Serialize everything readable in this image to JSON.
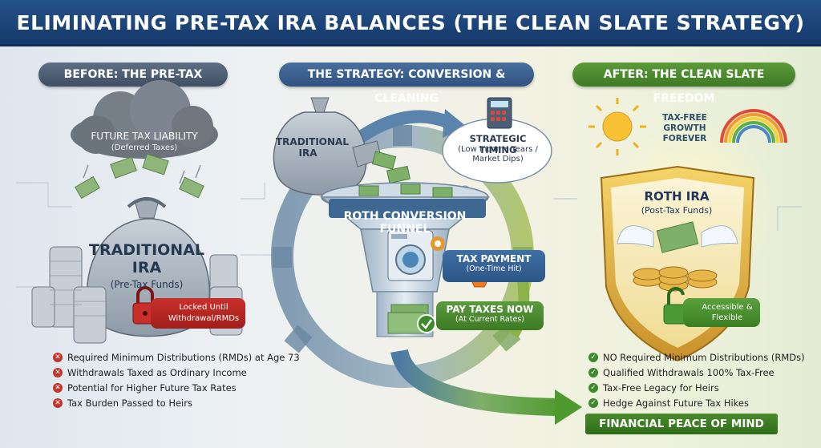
{
  "title": "ELIMINATING PRE-TAX IRA BALANCES (THE CLEAN SLATE STRATEGY)",
  "sections": {
    "before": "BEFORE: THE PRE-TAX BURDEN",
    "strategy": "THE STRATEGY: CONVERSION & CLEANING",
    "after": "AFTER: THE CLEAN SLATE FREEDOM"
  },
  "before": {
    "cloud_title": "FUTURE TAX LIABILITY",
    "cloud_sub": "(Deferred Taxes)",
    "bag_title": "TRADITIONAL IRA",
    "bag_sub": "(Pre-Tax Funds)",
    "lock_text": "Locked Until Withdrawal/RMDs",
    "items": [
      "Required Minimum Distributions (RMDs) at Age 73",
      "Withdrawals Taxed as Ordinary Income",
      "Potential for Higher Future Tax Rates",
      "Tax Burden Passed to Heirs"
    ]
  },
  "strategy": {
    "trad_label": "TRADITIONAL IRA",
    "timing_title": "STRATEGIC TIMING",
    "timing_sub": "(Low Income Years / Market Dips)",
    "funnel_label": "ROTH CONVERSION FUNNEL",
    "tax_payment_title": "TAX PAYMENT",
    "tax_payment_sub": "(One-Time Hit)",
    "pay_now_title": "PAY TAXES NOW",
    "pay_now_sub": "(At Current Rates)"
  },
  "after": {
    "growth_text": "TAX-FREE GROWTH FOREVER",
    "roth_title": "ROTH IRA",
    "roth_sub": "(Post-Tax Funds)",
    "access_text": "Accessible & Flexible",
    "items": [
      "NO Required Minimum Distributions (RMDs)",
      "Qualified Withdrawals 100% Tax-Free",
      "Tax-Free Legacy for Heirs",
      "Hedge Against Future Tax Hikes"
    ],
    "footer": "FINANCIAL PEACE OF MIND"
  },
  "colors": {
    "title_bg": "#1d4677",
    "before_accent": "#4d5d73",
    "strategy_accent": "#355c8c",
    "after_accent": "#4a8a2e",
    "negative": "#c4342d",
    "positive": "#3d8a2a",
    "gold": "#e2b23a"
  },
  "icons": [
    "cloud-icon",
    "money-bag-icon",
    "lock-icon",
    "coin-stack-icon",
    "gear-cycle-icon",
    "funnel-icon",
    "washing-machine-icon",
    "calculator-icon",
    "fire-icon",
    "sun-icon",
    "rainbow-icon",
    "shield-icon",
    "unlock-icon",
    "arrow-icon"
  ]
}
